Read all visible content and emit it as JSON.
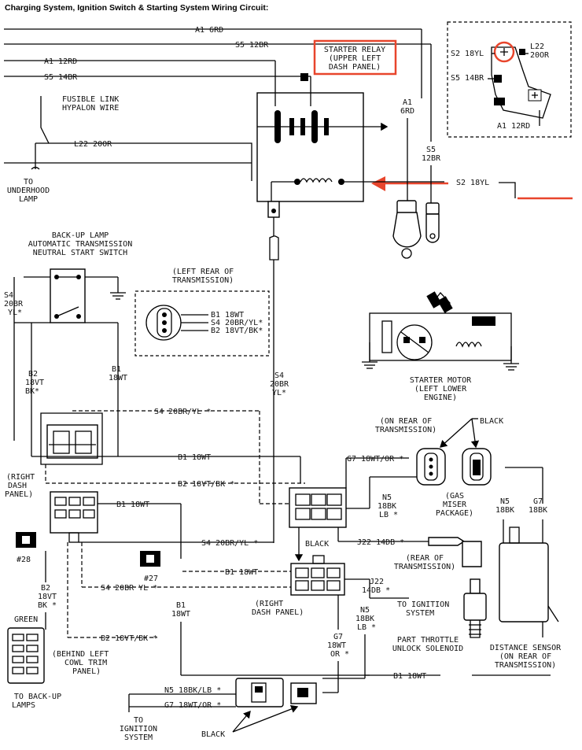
{
  "heading": "Charging System, Ignition Switch & Starting System Wiring Circuit:",
  "colors": {
    "highlight": "#e8452c",
    "line": "#000000"
  },
  "top_wires": {
    "a1_6rd": "A1 6RD",
    "s5_12br": "S5 12BR",
    "a1_12rd": "A1 12RD",
    "s5_14br": "S5 14BR",
    "fusible_1": "FUSIBLE LINK",
    "fusible_2": "HYPALON WIRE",
    "l22_20or": "L22 20OR",
    "underhood_1": "TO",
    "underhood_2": "UNDERHOOD",
    "underhood_3": "LAMP"
  },
  "starter_relay": {
    "line1": "STARTER RELAY",
    "line2": "(UPPER LEFT",
    "line3": "DASH PANEL)"
  },
  "relay_inset": {
    "s2": "S2 18YL",
    "s5": "S5 14BR",
    "l22_1": "L22",
    "l22_2": "20OR",
    "a1": "A1 12RD"
  },
  "vertical_labels": {
    "a1_1": "A1",
    "a1_2": "6RD",
    "s5_1": "S5",
    "s5_2": "12BR"
  },
  "s2_wire": "S2 18YL",
  "backup_switch": {
    "line1": "BACK-UP LAMP",
    "line2": "AUTOMATIC TRANSMISSION",
    "line3": "NEUTRAL START SWITCH"
  },
  "left_rear_trans": {
    "line1": "(LEFT REAR OF",
    "line2": "TRANSMISSION)",
    "b1": "B1 18WT",
    "s4": "S4 20BR/YL*",
    "b2": "B2 18VT/BK*"
  },
  "left_labels": {
    "s4_1": "S4",
    "s4_2": "20BR",
    "s4_3": "YL*",
    "b2_1": "B2",
    "b2_2": "18VT",
    "b2_3": "BK*",
    "b1_1": "B1",
    "b1_2": "18WT"
  },
  "mid_labels": {
    "s4_1": "S4",
    "s4_2": "20BR",
    "s4_3": "YL*"
  },
  "starter_motor": {
    "line1": "STARTER MOTOR",
    "line2": "(LEFT LOWER",
    "line3": "ENGINE)"
  },
  "on_rear_trans": {
    "line1": "(ON REAR OF",
    "line2": "TRANSMISSION)",
    "black": "BLACK"
  },
  "harness": {
    "s4": "S4 20BR/YL *",
    "b1": "B1 18WT",
    "b2": "B2 18VT/BK *",
    "g7": "G7 18WT/OR *",
    "right_dash_1": "(RIGHT",
    "right_dash_2": "DASH",
    "right_dash_3": "PANEL)",
    "b1_lower": "B1 18WT",
    "s4_lower": "S4 20BR/YL *",
    "n5_1": "N5",
    "n5_2": "18BK",
    "n5_3": "LB *",
    "gas_1": "(GAS",
    "gas_2": "MISER",
    "gas_3": "PACKAGE)",
    "n5r_1": "N5",
    "n5r_2": "18BK",
    "g7r_1": "G7",
    "g7r_2": "18BK",
    "black2": "BLACK",
    "j22": "J22 14DB *",
    "rear_trans_1": "(REAR OF",
    "rear_trans_2": "TRANSMISSION)"
  },
  "lower": {
    "c28": "#28",
    "c27": "#27",
    "b1_mid": "B1 18WT",
    "s4_mid": "S4 20BR YL *",
    "b2_1": "B2",
    "b2_2": "18VT",
    "b2_3": "BK *",
    "b1v_1": "B1",
    "b1v_2": "18WT",
    "green": "GREEN",
    "b2_bottom": "B2 18VT/BK *",
    "behind_1": "(BEHIND LEFT",
    "behind_2": "COWL TRIM",
    "behind_3": "PANEL)",
    "right_dash_1": "(RIGHT",
    "right_dash_2": "DASH PANEL)",
    "j22_1": "J22",
    "j22_2": "14DB *",
    "to_ign_1": "TO IGNITION",
    "to_ign_2": "SYSTEM",
    "n5_1": "N5",
    "n5_2": "18BK",
    "n5_3": "LB *",
    "g7_1": "G7",
    "g7_2": "18WT",
    "g7_3": "OR *",
    "part_1": "PART THROTTLE",
    "part_2": "UNLOCK SOLENOID",
    "dist_1": "DISTANCE SENSOR",
    "dist_2": "(ON REAR OF",
    "dist_3": "TRANSMISSION)",
    "b1_bottom": "B1 18WT",
    "to_backup_1": "TO BACK-UP",
    "to_backup_2": "LAMPS",
    "n5_bottom": "N5 18BK/LB *",
    "g7_bottom": "G7 18WT/OR *",
    "to_ign2_1": "TO",
    "to_ign2_2": "IGNITION",
    "to_ign2_3": "SYSTEM",
    "black_bottom": "BLACK"
  }
}
